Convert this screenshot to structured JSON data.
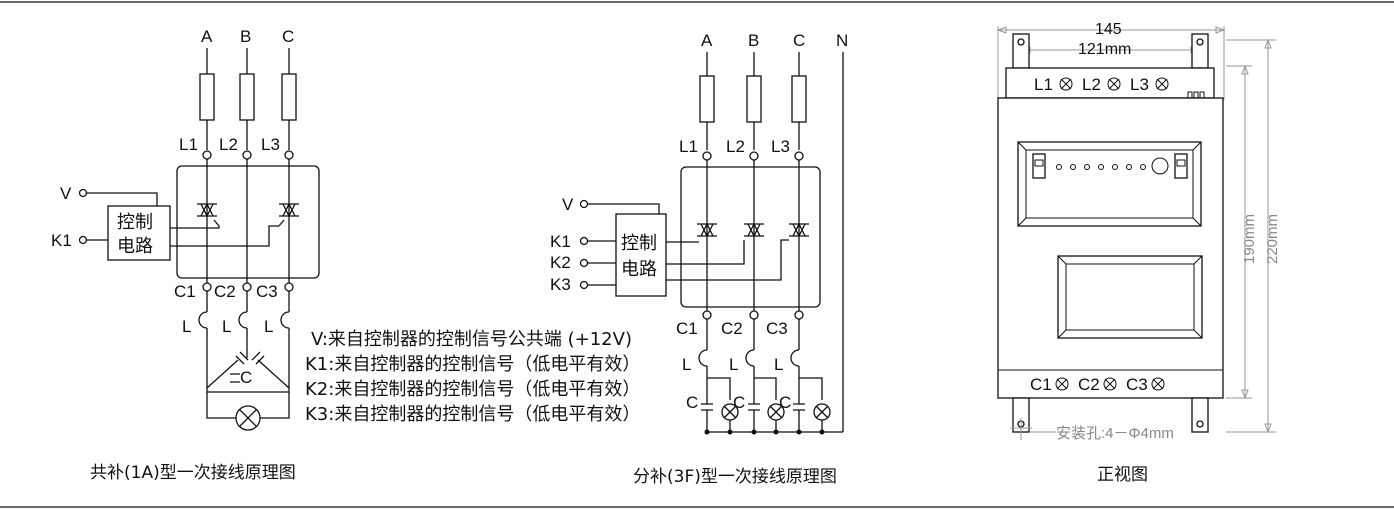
{
  "diagram1": {
    "phases": [
      "A",
      "B",
      "C"
    ],
    "terminals_top": [
      "L1",
      "L2",
      "L3"
    ],
    "terminals_bottom": [
      "C1",
      "C2",
      "C3"
    ],
    "inputs": [
      "V",
      "K1"
    ],
    "control_circuit": [
      "控制",
      "电路"
    ],
    "inductor_label": "L",
    "capacitor_label": "C",
    "caption": "共补(1A)型一次接线原理图"
  },
  "diagram2": {
    "phases": [
      "A",
      "B",
      "C",
      "N"
    ],
    "terminals_top": [
      "L1",
      "L2",
      "L3"
    ],
    "terminals_bottom": [
      "C1",
      "C2",
      "C3"
    ],
    "inputs": [
      "V",
      "K1",
      "K2",
      "K3"
    ],
    "control_circuit": [
      "控制",
      "电路"
    ],
    "inductor_label": "L",
    "capacitor_label": "C",
    "caption": "分补(3F)型一次接线原理图"
  },
  "legend": [
    "V:来自控制器的控制信号公共端 (+12V)",
    "K1:来自控制器的控制信号（低电平有效）",
    "K2:来自控制器的控制信号（低电平有效）",
    "K3:来自控制器的控制信号（低电平有效）"
  ],
  "front_view": {
    "width_outer": "145",
    "width_holes": "121mm",
    "height_inner": "190mm",
    "height_outer": "220mm",
    "top_terminals": [
      "L1",
      "L2",
      "L3"
    ],
    "bottom_terminals": [
      "C1",
      "C2",
      "C3"
    ],
    "mount_holes": "安装孔:4－Φ4mm",
    "caption": "正视图"
  },
  "colors": {
    "line": "#111111",
    "dimension": "#9a9a9a"
  }
}
